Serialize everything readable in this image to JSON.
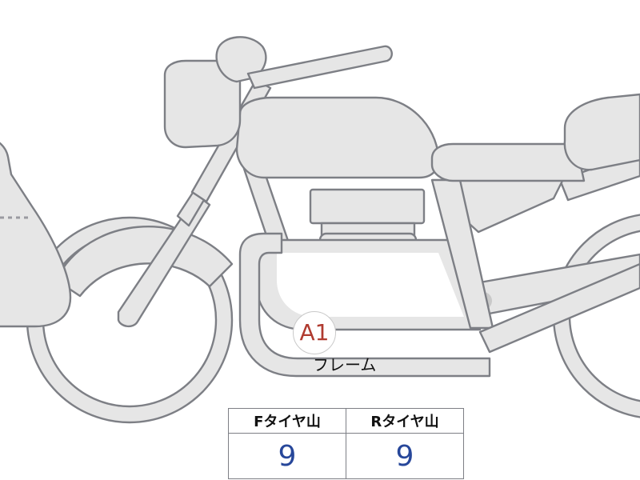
{
  "marker": {
    "label": "A1",
    "color": "#b03b30"
  },
  "part_label": "フレーム",
  "tyre_table": {
    "headers": [
      "Fタイヤ山",
      "Rタイヤ山"
    ],
    "values": [
      "9",
      "9"
    ],
    "value_color": "#27479a"
  },
  "illustration": {
    "subject": "motorcycle",
    "fill_color": "#e6e6e6",
    "outline_color": "#7d7f85"
  }
}
